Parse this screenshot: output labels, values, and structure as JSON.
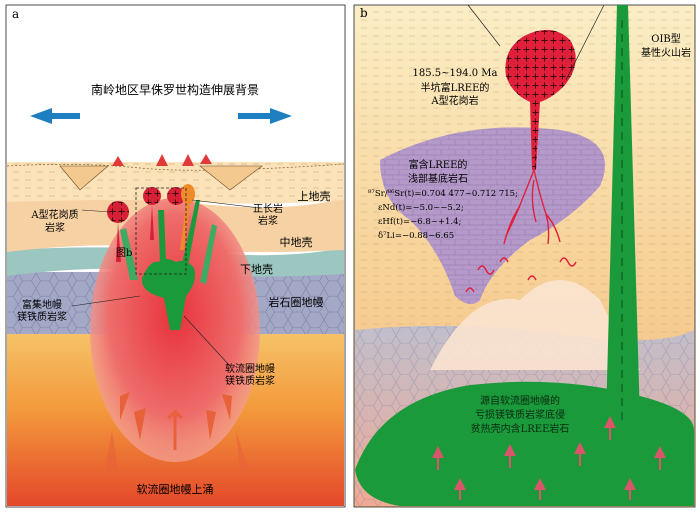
{
  "panel_a": {
    "letter": "a",
    "background_title": "南岭地区早侏罗世构造伸展背景",
    "upper_crust": "上地壳",
    "middle_crust": "中地壳",
    "lower_crust": "下地壳",
    "lithospheric_mantle": "岩石圈地幔",
    "a_type_granite_l1": "A型花岗质",
    "a_type_granite_l2": "岩浆",
    "syenite_l1": "正长岩",
    "syenite_l2": "岩浆",
    "inset_label": "图b",
    "enriched_mantle_l1": "富集地幔",
    "enriched_mantle_l2": "镁铁质岩浆",
    "astheno_mafic_l1": "软流圈地幔",
    "astheno_mafic_l2": "镁铁质岩浆",
    "upwelling": "软流圈地幔上涌"
  },
  "panel_b": {
    "letter": "b",
    "age": "185.5~194.0 Ma",
    "granite_l1": "半坑富LREE的",
    "granite_l2": "A型花岗岩",
    "oib_l1": "OIB型",
    "oib_l2": "基性火山岩",
    "basement_l1": "富含LREE的",
    "basement_l2": "浅部基底岩石",
    "iso_sr": "⁸⁷Sr/⁸⁶Sr(t)=0.704 477~0.712 715;",
    "iso_nd": "εNd(t)=−5.0~−5.2;",
    "iso_hf": "εHf(t)=−6.8~+1.4;",
    "iso_li": "δ⁷Li=−0.88~6.65",
    "bottom_l1": "源自软流圈地幔的",
    "bottom_l2": "亏损镁铁质岩浆底侵",
    "bottom_l3": "贫热壳内含LREE岩石"
  },
  "colors": {
    "arrow_blue": "#1e7fc0",
    "mafic_green": "#1a9a3a",
    "granite_red": "#e0203a",
    "lithosphere_grey": "#a3a8c6",
    "basement_purple": "#b59ac9"
  }
}
